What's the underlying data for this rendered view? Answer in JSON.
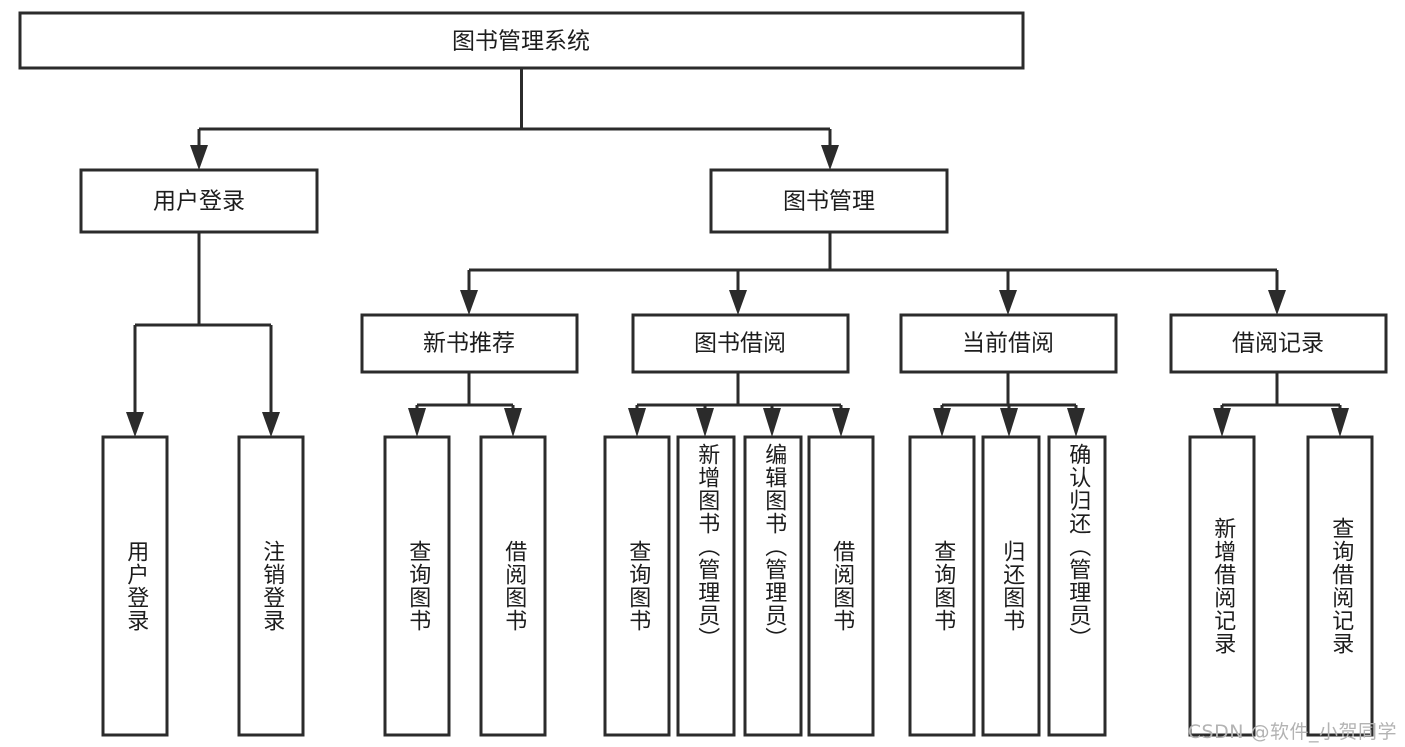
{
  "diagram": {
    "type": "tree",
    "title": "图书管理系统",
    "root": {
      "id": "root",
      "label": "图书管理系统",
      "orientation": "horizontal"
    },
    "level2": [
      {
        "id": "user-login",
        "label": "用户登录",
        "orientation": "horizontal"
      },
      {
        "id": "book-manage",
        "label": "图书管理",
        "orientation": "horizontal"
      }
    ],
    "level3": [
      {
        "id": "new-book-recommend",
        "label": "新书推荐",
        "orientation": "horizontal",
        "parent": "book-manage"
      },
      {
        "id": "book-borrow",
        "label": "图书借阅",
        "orientation": "horizontal",
        "parent": "book-manage"
      },
      {
        "id": "current-borrow",
        "label": "当前借阅",
        "orientation": "horizontal",
        "parent": "book-manage"
      },
      {
        "id": "borrow-record",
        "label": "借阅记录",
        "orientation": "horizontal",
        "parent": "book-manage"
      }
    ],
    "leaves": [
      {
        "id": "leaf-user-login",
        "label": "用户登录",
        "orientation": "vertical",
        "parent": "user-login"
      },
      {
        "id": "leaf-logout-login",
        "label": "注销登录",
        "orientation": "vertical",
        "parent": "user-login"
      },
      {
        "id": "leaf-query-book-1",
        "label": "查询图书",
        "orientation": "vertical",
        "parent": "new-book-recommend"
      },
      {
        "id": "leaf-borrow-book-1",
        "label": "借阅图书",
        "orientation": "vertical",
        "parent": "new-book-recommend"
      },
      {
        "id": "leaf-query-book-2",
        "label": "查询图书",
        "orientation": "vertical",
        "parent": "book-borrow"
      },
      {
        "id": "leaf-add-book-admin",
        "label": "新增图书（管理员）",
        "orientation": "vertical",
        "parent": "book-borrow"
      },
      {
        "id": "leaf-edit-book-admin",
        "label": "编辑图书（管理员）",
        "orientation": "vertical",
        "parent": "book-borrow"
      },
      {
        "id": "leaf-borrow-book-2",
        "label": "借阅图书",
        "orientation": "vertical",
        "parent": "book-borrow"
      },
      {
        "id": "leaf-query-book-3",
        "label": "查询图书",
        "orientation": "vertical",
        "parent": "current-borrow"
      },
      {
        "id": "leaf-return-book",
        "label": "归还图书",
        "orientation": "vertical",
        "parent": "current-borrow"
      },
      {
        "id": "leaf-confirm-return-admin",
        "label": "确认归还（管理员）",
        "orientation": "vertical",
        "parent": "current-borrow"
      },
      {
        "id": "leaf-add-borrow-record",
        "label": "新增借阅记录",
        "orientation": "vertical",
        "parent": "borrow-record"
      },
      {
        "id": "leaf-query-borrow-record",
        "label": "查询借阅记录",
        "orientation": "vertical",
        "parent": "borrow-record"
      }
    ],
    "colors": {
      "background": "#ffffff",
      "box_fill": "#ffffff",
      "box_stroke": "#2b2b2b",
      "connector": "#2b2b2b",
      "text": "#1d1d1d",
      "watermark": "#b3b3b3"
    }
  },
  "watermark": {
    "text": "CSDN @软件_小贺同学"
  }
}
